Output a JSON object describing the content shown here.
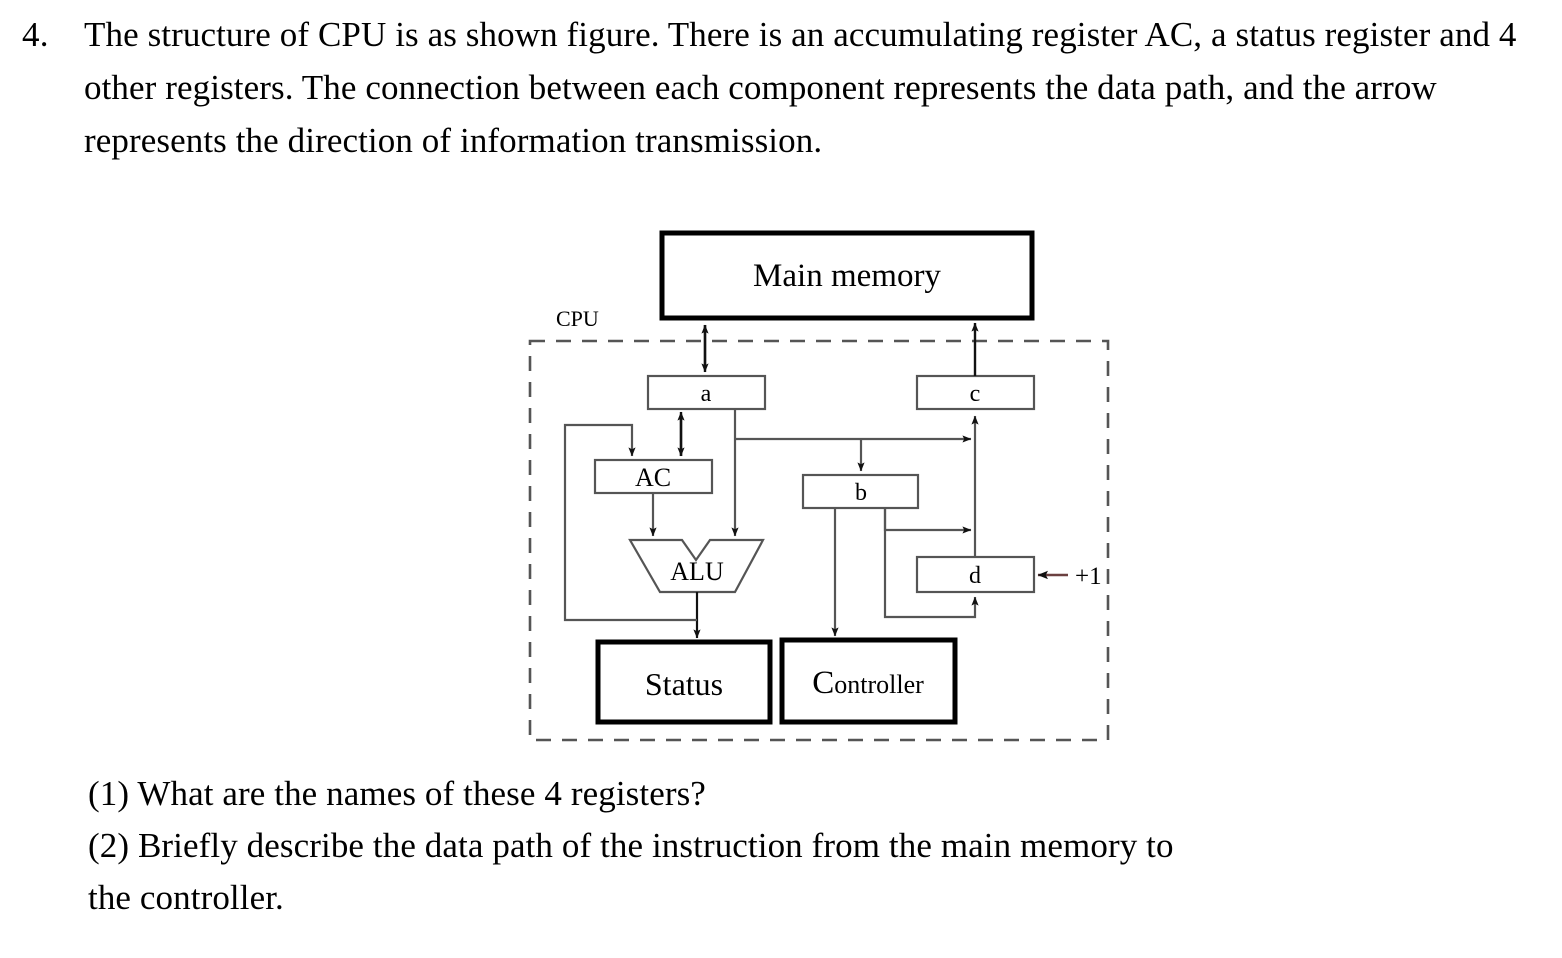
{
  "question": {
    "number": "4.",
    "text": "The structure of CPU is as shown figure. There is an accumulating register AC, a status register and 4 other registers. The connection between each component represents the data path, and the arrow represents the direction of information transmission.",
    "sub_questions": [
      "(1) What are the names of these 4 registers?",
      "(2) Briefly describe the data path of the instruction from the main memory to",
      "the controller."
    ]
  },
  "figure": {
    "boundary_label": "CPU",
    "blocks": {
      "main_memory": "Main memory",
      "reg_a": "a",
      "reg_c": "c",
      "reg_b": "b",
      "reg_d": "d",
      "accumulator": "AC",
      "alu": "ALU",
      "status": "Status",
      "controller_initial": "C",
      "controller_rest": "ontroller"
    },
    "annotations": {
      "increment": "+1"
    },
    "colors": {
      "ink": "#000000",
      "thin_line": "#3a3a3a",
      "dashed_boundary": "#555555",
      "background": "#ffffff"
    }
  }
}
